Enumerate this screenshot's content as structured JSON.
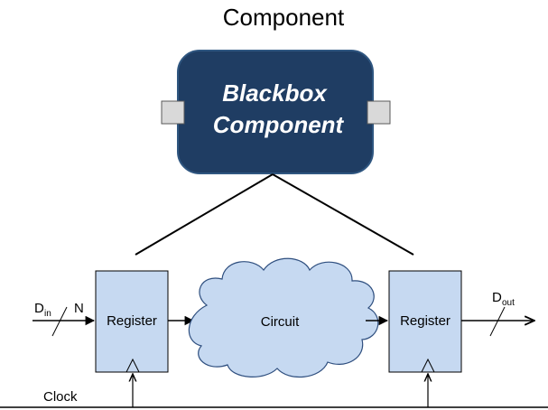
{
  "title": "Component",
  "blackbox": {
    "line1": "Blackbox",
    "line2": "Component"
  },
  "input_label": {
    "main": "D",
    "sub": "in"
  },
  "bus_width": "N",
  "register_left": "Register",
  "circuit": "Circuit",
  "register_right": "Register",
  "output_label": {
    "main": "D",
    "sub": "out"
  },
  "clock": "Clock",
  "colors": {
    "blackbox_fill": "#1f3d63",
    "register_fill": "#c6d9f1",
    "circuit_fill": "#c6d9f1",
    "port_fill": "#d9d9d9"
  }
}
